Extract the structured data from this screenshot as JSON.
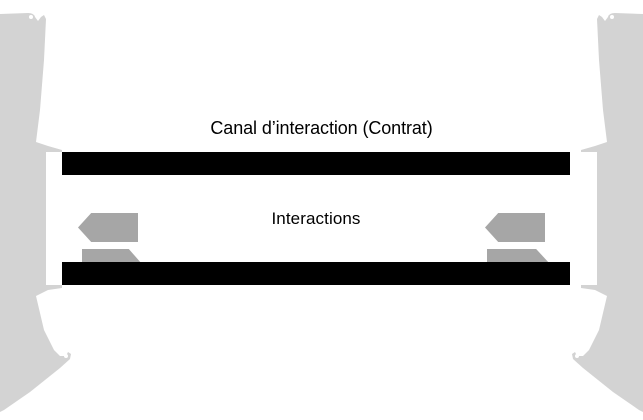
{
  "diagram": {
    "title": "Canal d’interaction (Contrat)",
    "center_label": "Interactions",
    "colors": {
      "band_border": "#000000",
      "band_fill": "#ffffff",
      "arrow_fill": "#a6a6a6",
      "background_shape": "#d3d3d3",
      "page_background": "#ffffff",
      "text": "#000000"
    },
    "arrows": [
      {
        "name": "left-upper-arrow",
        "direction": "left",
        "side": "left"
      },
      {
        "name": "left-lower-arrow",
        "direction": "right",
        "side": "left"
      },
      {
        "name": "right-upper-arrow",
        "direction": "left",
        "side": "right"
      },
      {
        "name": "right-lower-arrow",
        "direction": "right",
        "side": "right"
      }
    ],
    "background_shapes": [
      {
        "name": "left-actor-shape",
        "side": "left"
      },
      {
        "name": "right-actor-shape",
        "side": "right"
      }
    ]
  }
}
